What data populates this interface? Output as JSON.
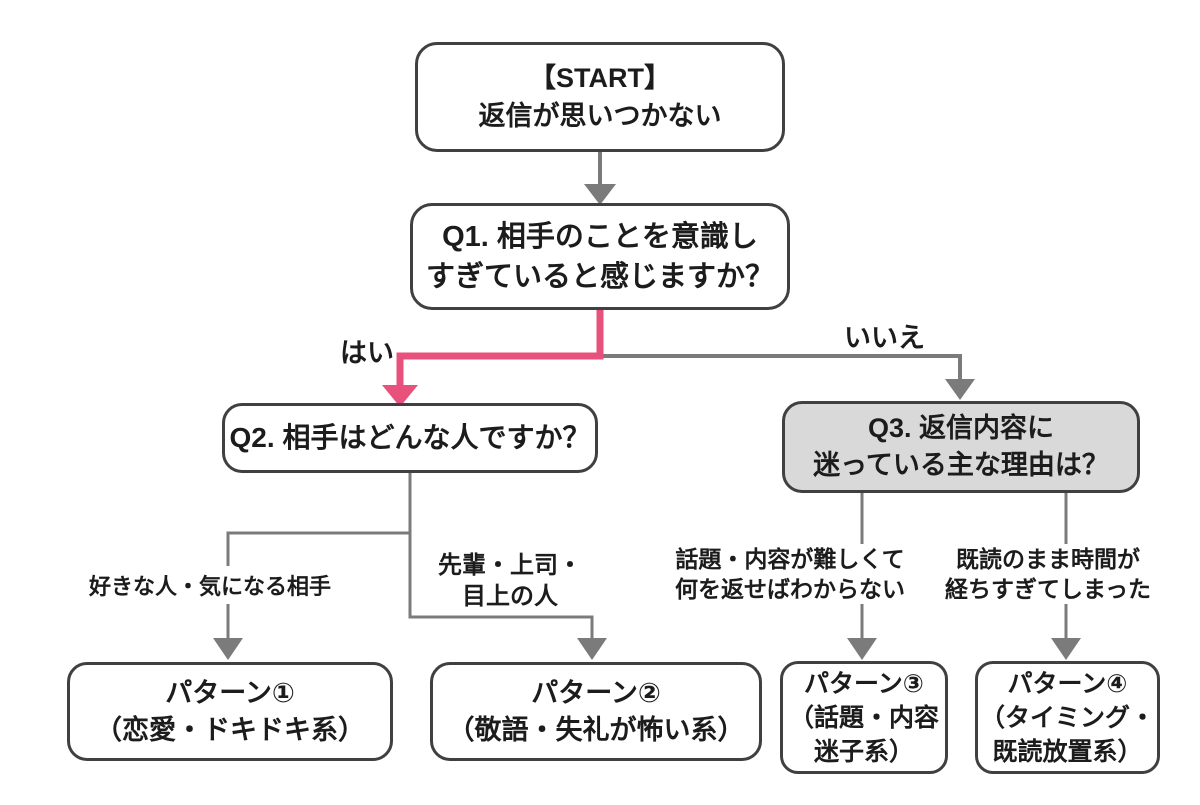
{
  "diagram": {
    "type": "flowchart",
    "nodes": {
      "start": {
        "line1": "【START】",
        "line2": "返信が思いつかない"
      },
      "q1": {
        "line1": "Q1. 相手のことを意識し",
        "line2": "すぎていると感じますか？"
      },
      "q2": {
        "line1": "Q2. 相手はどんな人ですか？"
      },
      "q3": {
        "line1": "Q3. 返信内容に",
        "line2": "迷っている主な理由は？"
      },
      "p1": {
        "line1": "パターン①",
        "line2": "（恋愛・ドキドキ系）"
      },
      "p2": {
        "line1": "パターン②",
        "line2": "（敬語・失礼が怖い系）"
      },
      "p3": {
        "line1": "パターン③",
        "line2": "（話題・内容",
        "line3": "迷子系）"
      },
      "p4": {
        "line1": "パターン④",
        "line2": "（タイミング・",
        "line3": "既読放置系）"
      }
    },
    "edge_labels": {
      "yes": "はい",
      "no": "いいえ",
      "q2_left": "好きな人・気になる相手",
      "q2_right_line1": "先輩・上司・",
      "q2_right_line2": "目上の人",
      "q3_left_line1": "話題・内容が難しくて",
      "q3_left_line2": "何を返せばわからない",
      "q3_right_line1": "既読のまま時間が",
      "q3_right_line2": "経ちすぎてしまった"
    },
    "colors": {
      "accent_pink": "#e8517b",
      "connector_gray": "#7b7b7b",
      "node_border": "#404040",
      "q3_fill": "#d9d9d9",
      "text": "#1c1c1c",
      "background": "#ffffff"
    }
  }
}
